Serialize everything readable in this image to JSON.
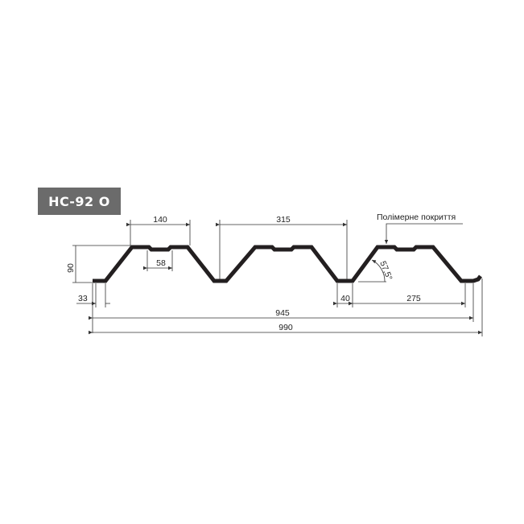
{
  "badge": {
    "text": "НС-92 О",
    "color": "#6b6b6b"
  },
  "annotation": {
    "text": "Полімерне покриття"
  },
  "dimensions": {
    "top_flange": "140",
    "flange_groove": "58",
    "pitch": "315",
    "height": "90",
    "edge": "33",
    "bottom_flange": "40",
    "span_275": "275",
    "useful_width": "945",
    "total_width": "990",
    "angle": "57,5°"
  },
  "colors": {
    "profile": "#231f20",
    "lines": "#333333"
  }
}
